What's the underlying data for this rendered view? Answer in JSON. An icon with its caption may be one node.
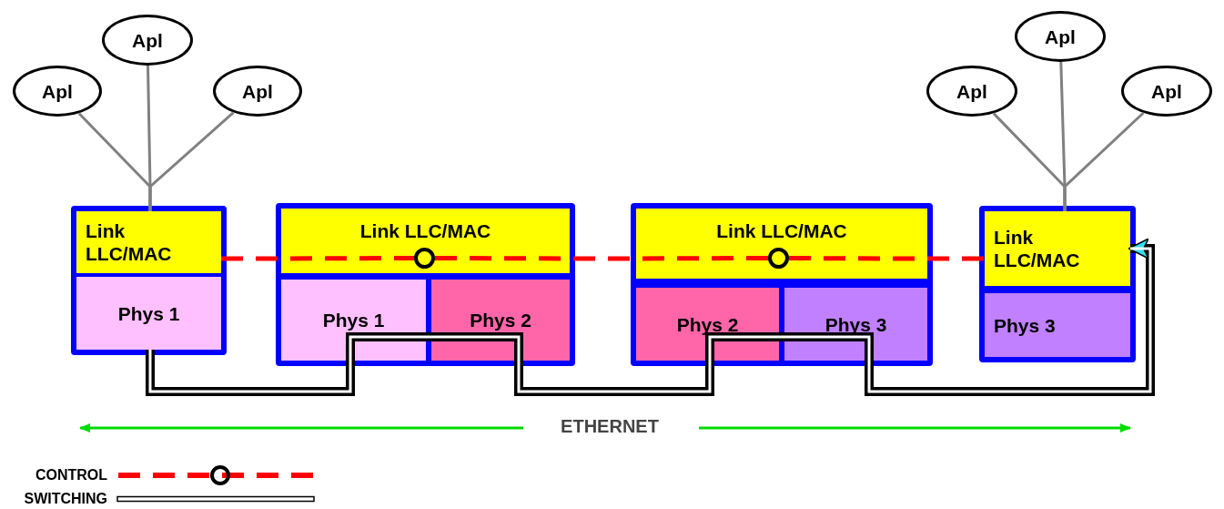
{
  "diagram": {
    "nodes": [
      {
        "text": [
          "Apl"
        ]
      },
      {
        "text": [
          "Apl"
        ]
      },
      {
        "text": [
          "Apl"
        ]
      },
      {
        "text": [
          "Apl"
        ]
      },
      {
        "text": [
          "Apl"
        ]
      },
      {
        "text": [
          "Apl"
        ]
      },
      {
        "text": [],
        "shape": "box"
      },
      {
        "text": [
          "Link LLC/MAC"
        ],
        "in": 6
      },
      {
        "text": [
          "Phys 1"
        ],
        "in": 6
      },
      {
        "text": [],
        "shape": "box"
      },
      {
        "text": [
          "Link LLC/MAC"
        ],
        "in": 9
      },
      {
        "text": [],
        "shape": "circle",
        "in": 10
      },
      {
        "text": [
          "Phys 1"
        ],
        "in": 9
      },
      {
        "text": [
          "Phys 2"
        ],
        "in": 9
      },
      {
        "text": [],
        "shape": "box"
      },
      {
        "text": [
          "Link LLC/MAC"
        ],
        "in": 14
      },
      {
        "text": [],
        "shape": "circle",
        "in": 15
      },
      {
        "text": [
          "Phys 2"
        ],
        "in": 14
      },
      {
        "text": [
          "Phys 3"
        ],
        "in": 14
      },
      {
        "text": [],
        "shape": "box"
      },
      {
        "text": [
          "Link LLC/MAC"
        ],
        "in": 19
      },
      {
        "text": [
          "Phys 3"
        ],
        "in": 19
      }
    ],
    "edges": [
      {
        "from": 0,
        "to": 7,
        "arrow": "none"
      },
      {
        "from": 1,
        "to": 7,
        "arrow": "none"
      },
      {
        "from": 2,
        "to": 7,
        "arrow": "none"
      },
      {
        "from": 3,
        "to": 20,
        "arrow": "none"
      },
      {
        "from": 4,
        "to": 20,
        "arrow": "none"
      },
      {
        "from": 5,
        "to": 20,
        "arrow": "none"
      },
      {
        "from": 7,
        "to": 11,
        "arrow": "none",
        "style": "dashed",
        "color": "#ff0000"
      },
      {
        "from": 11,
        "to": 16,
        "arrow": "none",
        "style": "dashed",
        "color": "#ff0000"
      },
      {
        "from": 16,
        "to": 20,
        "arrow": "none",
        "style": "dashed",
        "color": "#ff0000"
      },
      {
        "from": 8,
        "to": 12,
        "arrow": "none",
        "style": "thick",
        "color": "#000000"
      },
      {
        "from": 12,
        "to": 13,
        "arrow": "none",
        "style": "thick",
        "color": "#000000"
      },
      {
        "from": 13,
        "to": 17,
        "arrow": "none",
        "style": "thick",
        "color": "#000000"
      },
      {
        "from": 17,
        "to": 18,
        "arrow": "none",
        "style": "thick",
        "color": "#000000"
      },
      {
        "from": 18,
        "to": 20,
        "arrow": "to",
        "style": "thick",
        "color": "#000000"
      }
    ],
    "labels": [
      "ETHERNET"
    ],
    "legend": [
      {
        "text": "CONTROL"
      },
      {
        "text": "SWITCHING"
      }
    ]
  }
}
